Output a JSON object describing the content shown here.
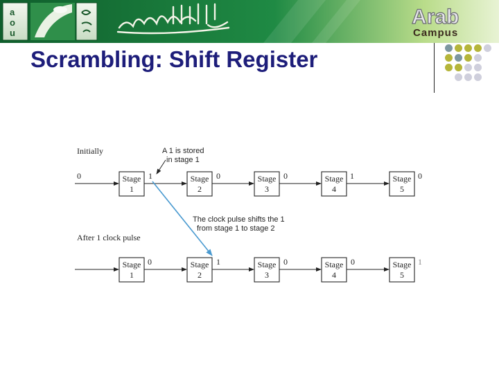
{
  "header": {
    "logo_letters": [
      "a",
      "o",
      "u"
    ],
    "brand_word_1": "Arab",
    "brand_word_2": "Campus"
  },
  "slide": {
    "title": "Scrambling: Shift Register"
  },
  "colors": {
    "banner_green": "#1b7a3c",
    "title_blue": "#1d1d7a",
    "dot_olive": "#b5b53a",
    "dot_slate": "#7d97a0",
    "dot_grey": "#cfcfdc"
  },
  "icons": [
    "aou-logo-icon",
    "arabic-calligraphy-icon",
    "arab-campus-logo-icon",
    "decorative-dots-icon"
  ],
  "diagram": {
    "row1": {
      "caption": "Initially",
      "input_bit": "0",
      "stage_prefix": "Stage",
      "stages": [
        "1",
        "2",
        "3",
        "4",
        "5"
      ],
      "outputs": [
        "1",
        "0",
        "0",
        "1",
        "0"
      ]
    },
    "row2": {
      "caption": "After 1 clock pulse",
      "input_bit": "",
      "stage_prefix": "Stage",
      "stages": [
        "1",
        "2",
        "3",
        "4",
        "5"
      ],
      "outputs": [
        "0",
        "1",
        "0",
        "0",
        "1"
      ]
    },
    "annotation_stored": [
      "A 1 is stored",
      "in stage 1"
    ],
    "annotation_clock": [
      "The clock pulse shifts the 1",
      "from stage 1 to stage 2"
    ]
  }
}
